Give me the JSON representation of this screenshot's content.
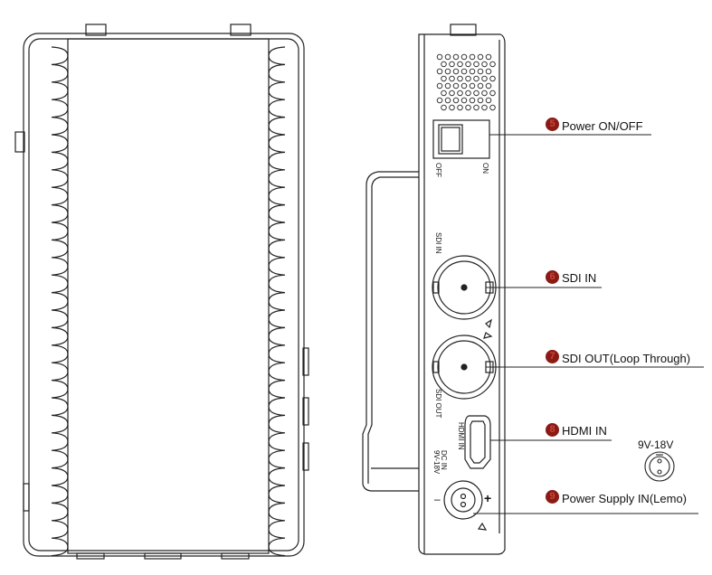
{
  "callouts": [
    {
      "number": "5",
      "label": "Power ON/OFF"
    },
    {
      "number": "6",
      "label": "SDI IN"
    },
    {
      "number": "7",
      "label": "SDI OUT(Loop Through)"
    },
    {
      "number": "8",
      "label": "HDMI IN"
    },
    {
      "number": "9",
      "label": "Power Supply IN(Lemo)"
    }
  ],
  "switch": {
    "off_label": "OFF",
    "on_label": "ON"
  },
  "ports": {
    "sdi_in": "SDI IN",
    "sdi_out": "SDI OUT",
    "hdmi_in": "HDMI IN",
    "dc_in": "DC IN",
    "dc_range": "9V-18V"
  },
  "polarity": {
    "minus": "–",
    "plus": "+"
  },
  "voltage_note": "9V-18V"
}
